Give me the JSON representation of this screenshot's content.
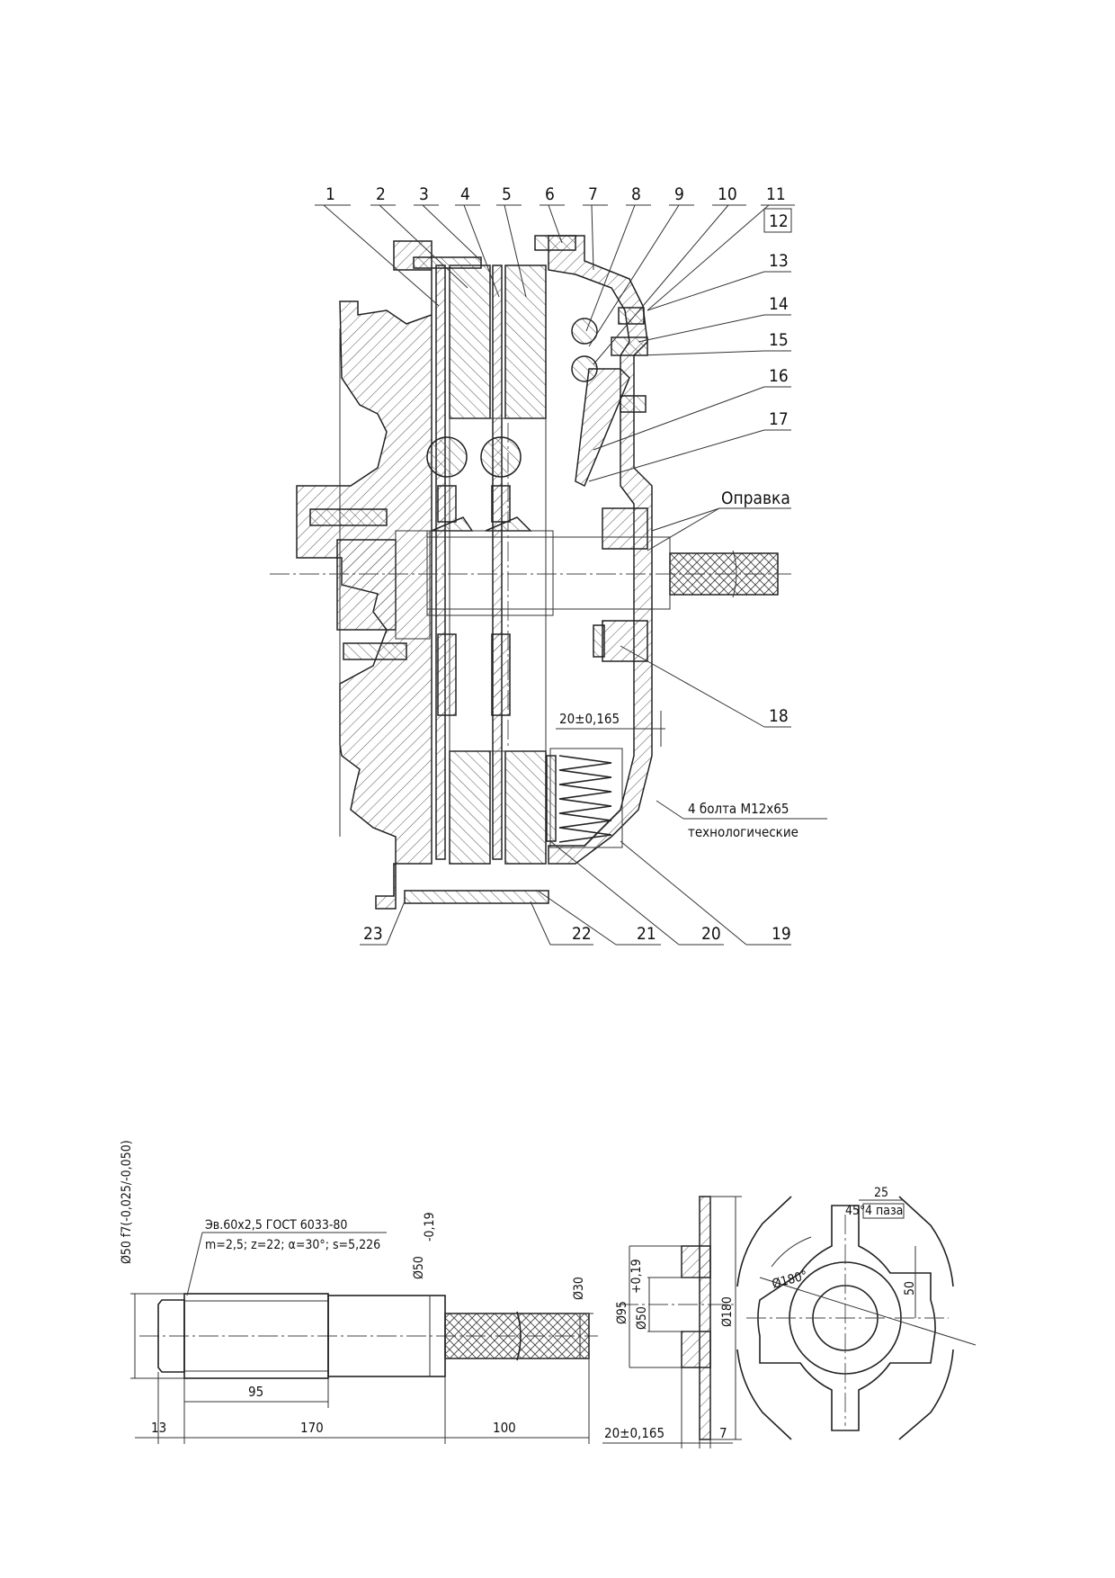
{
  "assembly": {
    "labels": [
      "1",
      "2",
      "3",
      "4",
      "5",
      "6",
      "7",
      "8",
      "9",
      "10",
      "11",
      "12",
      "13",
      "14",
      "15",
      "16",
      "17",
      "18",
      "19",
      "20",
      "21",
      "22",
      "23"
    ],
    "mandrel_label": "Оправка",
    "gap_dim": "20±0,165",
    "bolts_line1": "4 болта М12х65",
    "bolts_line2": "технологические"
  },
  "mandrel_detail": {
    "spline_line1": "Эв.60х2,5 ГОСТ 6033-80",
    "spline_line2": "m=2,5; z=22; α=30°; s=5,226",
    "dia_fit": "Ø50 f7(-0,025/-0,050)",
    "dia_body": "Ø50",
    "dia_body_tol": "-0,19",
    "dia_end": "Ø30",
    "len_95": "95",
    "len_13": "13",
    "len_170": "170",
    "len_100": "100"
  },
  "disc_section": {
    "dia_95": "Ø95",
    "dia_50": "Ø50",
    "dia_50_tol": "+0,19",
    "dia_180": "Ø180",
    "thk": "20±0,165",
    "flange": "7"
  },
  "disc_plan": {
    "angle_45": "45°",
    "width_25": "25",
    "slots": "4 паза",
    "depth_50": "50",
    "dia_180": "Ø180°"
  }
}
